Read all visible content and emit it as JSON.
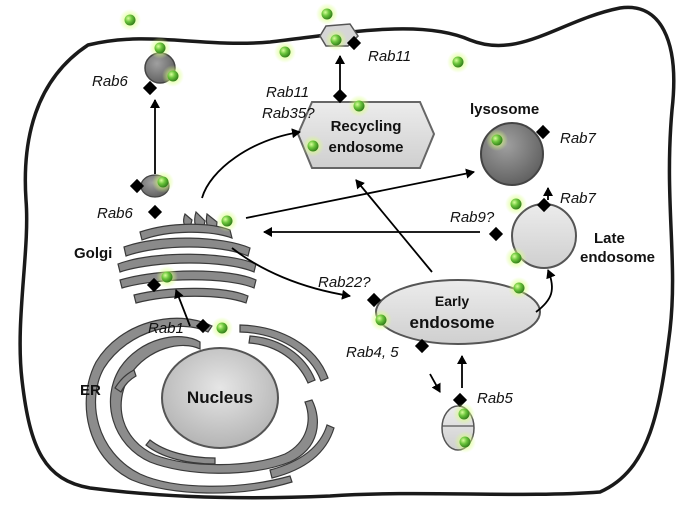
{
  "diagram": {
    "organelles": {
      "nucleus": "Nucleus",
      "er": "ER",
      "golgi": "Golgi",
      "recycling_endosome": [
        "Recycling",
        "endosome"
      ],
      "lysosome": "lysosome",
      "late_endosome": [
        "Late",
        "endosome"
      ],
      "early_endosome": [
        "Early",
        "endosome"
      ]
    },
    "rab_labels": {
      "rab6_top": "Rab6",
      "rab6_golgi": "Rab6",
      "rab11_top": "Rab11",
      "rab11_left": "Rab11",
      "rab35": "Rab35?",
      "rab7_lysosome": "Rab7",
      "rab7_late": "Rab7",
      "rab9": "Rab9?",
      "rab22": "Rab22?",
      "rab1": "Rab1",
      "rab4_5": "Rab4, 5",
      "rab5": "Rab5"
    },
    "colors": {
      "cell_outline": "#1a1a1a",
      "organelle_light": "#e0e0e0",
      "organelle_dark": "#777777",
      "golgi_fill": "#8a8a8a",
      "er_fill": "#8c8c8c",
      "green_sphere": "#6cc63c",
      "green_glow": "#dfffa0",
      "diamond": "#000000"
    }
  }
}
